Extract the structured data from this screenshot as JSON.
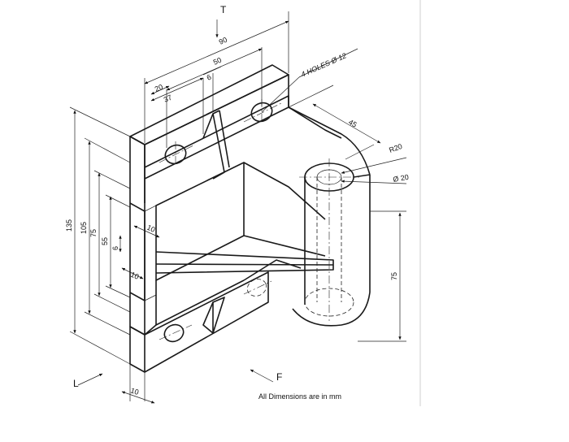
{
  "view_labels": {
    "top": "T",
    "left": "L",
    "front": "F"
  },
  "dimensions": {
    "overall_width": "90",
    "hole_spacing": "50",
    "hole_offset": "20",
    "rib_offset": "37",
    "rib_thickness": "6",
    "holes_note": "4 HOLES Ø 12",
    "boss_length": "45",
    "boss_radius": "R20",
    "boss_bore": "Ø 20",
    "boss_height": "75",
    "height_total": "135",
    "height_105": "105",
    "height_75": "75",
    "height_55": "55",
    "slot_depth": "10",
    "rib_6": "6",
    "slot_10b": "10",
    "plate_thickness": "10"
  },
  "note": "All Dimensions are in mm"
}
